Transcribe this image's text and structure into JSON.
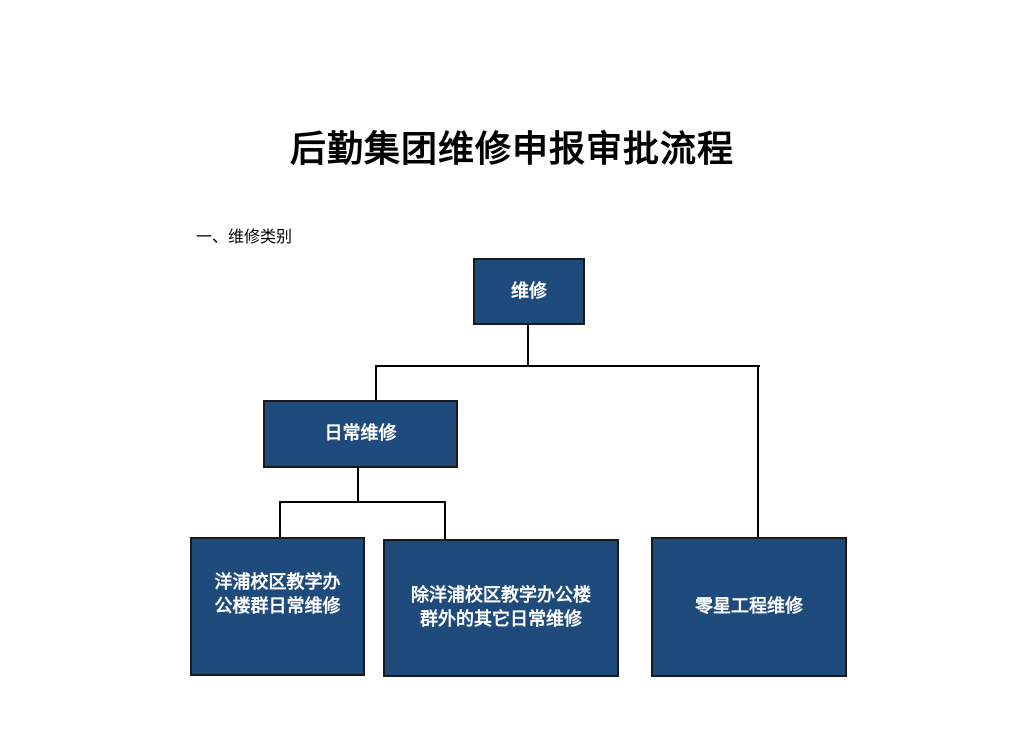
{
  "title": "后勤集团维修申报审批流程",
  "section_heading": "一、维修类别",
  "nodes": {
    "root": "维修",
    "daily": "日常维修",
    "yangpu": [
      "洋浦校区教学办",
      "公楼群日常维修"
    ],
    "other_daily": [
      "除洋浦校区教学办公楼",
      "群外的其它日常维修"
    ],
    "minor": "零星工程维修"
  },
  "colors": {
    "box_fill": "#1f4a7c",
    "box_border": "#1a1a1a"
  }
}
